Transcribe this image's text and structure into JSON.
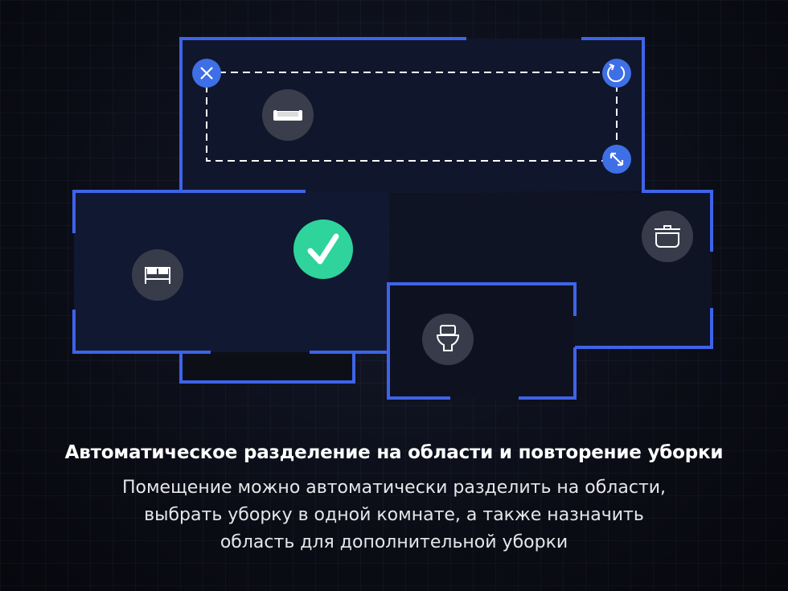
{
  "title": "Автоматическое разделение на области и повторение уборки",
  "description": [
    "Помещение можно автоматически разделить на области,",
    "выбрать уборку в одной комнате, а также назначить",
    "область для дополнительной уборки"
  ],
  "icons": {
    "delete": "close-icon",
    "rotate": "rotate-icon",
    "resize": "resize-icon",
    "living_room": "sofa-icon",
    "bedroom": "bed-icon",
    "selected": "check-icon",
    "kitchen": "pot-icon",
    "bathroom": "toilet-icon"
  },
  "colors": {
    "wall": "#3f63e8",
    "accent": "#3e6fe6",
    "check": "#2fd39c",
    "room": "#10162b"
  }
}
